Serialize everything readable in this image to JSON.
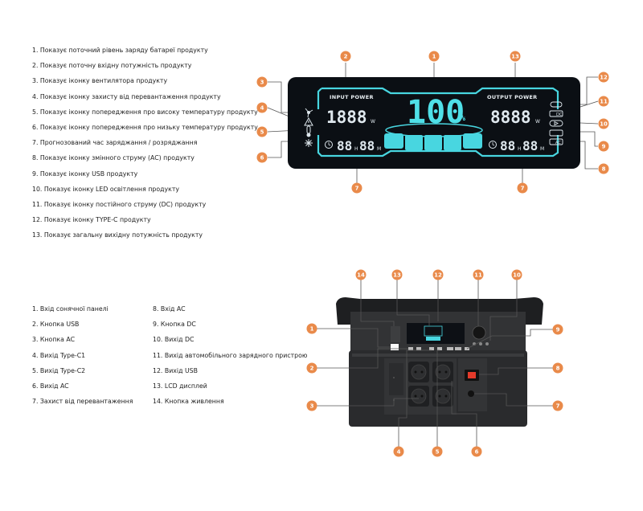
{
  "display_legend": [
    "1. Показує поточний рівень заряду батареї продукту",
    "2. Показує поточну вхідну потужність продукту",
    "3. Показує іконку вентилятора продукту",
    "4. Показує іконку захисту від перевантаження продукту",
    "5. Показує іконку попередження про високу температуру продукту",
    "6. Показує іконку попередження про низьку температуру продукту",
    "7.  Прогнозований час заряджання / розряджання",
    "8. Показує іконку змінного струму (AC) продукту",
    "9. Показує іконку USB продукту",
    "10. Показує іконку LED освітлення продукту",
    "11. Показує іконку постійного струму (DC) продукту",
    "12. Показує іконку TYPE-C продукту",
    "13. Показує загальну вихідну потужність продукту"
  ],
  "device_legend_left": [
    "1. Вхід сонячної панелі",
    "2. Кнопка USB",
    "3. Кнопка AC",
    "4. Вихід Type-C1",
    "5. Вихід Type-C2",
    "6. Вихід AC",
    "7. Захист від перевантаження"
  ],
  "device_legend_right": [
    "8. Вхід AC",
    "9. Кнопка DC",
    "10. Вихід DC",
    "11. Вихід автомобільного зарядного пристрою",
    "12. Вихід USB",
    "13. LCD дисплей",
    "14. Кнопка живлення"
  ],
  "lcd": {
    "input_label": "INPUT POWER",
    "output_label": "OUTPUT POWER",
    "input_value": "1888",
    "output_value": "8888",
    "watt_unit": "W",
    "battery_value": "100",
    "percent_sign": "%",
    "time_left": {
      "h": "88",
      "m": "88"
    },
    "time_right": {
      "h": "88",
      "m": "88"
    },
    "h_unit": "H",
    "m_unit": "M",
    "dc_label": "DC",
    "ac_label": "AC"
  },
  "badges": {
    "n1": "1",
    "n2": "2",
    "n3": "3",
    "n4": "4",
    "n5": "5",
    "n6": "6",
    "n7": "7",
    "n8": "8",
    "n9": "9",
    "n10": "10",
    "n11": "11",
    "n12": "12",
    "n13": "13",
    "n14": "14"
  },
  "colors": {
    "badge": "#e98a4a",
    "lcd_bg": "#0b0f14",
    "lcd_frame": "#48d6e0",
    "device_body": "#2a2b2d"
  }
}
